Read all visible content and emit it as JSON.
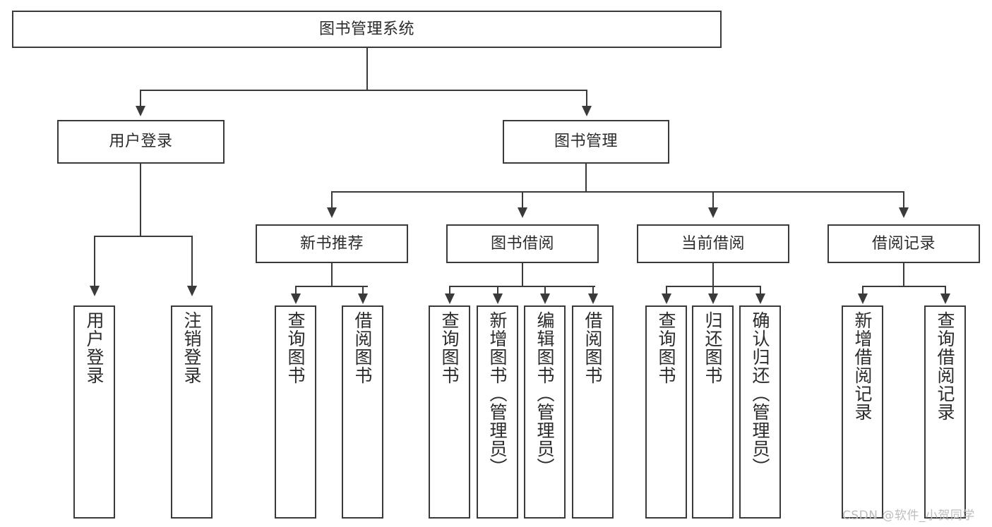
{
  "diagram": {
    "title": "图书管理系统",
    "type": "tree-hierarchy-diagram",
    "colors": {
      "stroke": "#3a3a3a",
      "text": "#2b2b2b",
      "background": "#ffffff",
      "watermark": "#bdbdbd"
    },
    "root": {
      "id": "root",
      "label": "图书管理系统"
    },
    "level2": [
      {
        "id": "user-login",
        "label": "用户登录"
      },
      {
        "id": "book-management",
        "label": "图书管理"
      }
    ],
    "level3": [
      {
        "id": "new-book-recommend",
        "label": "新书推荐"
      },
      {
        "id": "book-borrow",
        "label": "图书借阅"
      },
      {
        "id": "current-borrow",
        "label": "当前借阅"
      },
      {
        "id": "borrow-record",
        "label": "借阅记录"
      }
    ],
    "leaves": {
      "user_login": [
        {
          "id": "leaf-user-login",
          "label": "用户登录"
        },
        {
          "id": "leaf-logout-login",
          "label": "注销登录"
        }
      ],
      "new_book_recommend": [
        {
          "id": "leaf-query-book-1",
          "label": "查询图书"
        },
        {
          "id": "leaf-borrow-book-1",
          "label": "借阅图书"
        }
      ],
      "book_borrow": [
        {
          "id": "leaf-query-book-2",
          "label": "查询图书"
        },
        {
          "id": "leaf-add-book",
          "label": "新增图书（管理员）"
        },
        {
          "id": "leaf-edit-book",
          "label": "编辑图书（管理员）"
        },
        {
          "id": "leaf-borrow-book-2",
          "label": "借阅图书"
        }
      ],
      "current_borrow": [
        {
          "id": "leaf-query-book-3",
          "label": "查询图书"
        },
        {
          "id": "leaf-return-book",
          "label": "归还图书"
        },
        {
          "id": "leaf-confirm-return",
          "label": "确认归还（管理员）"
        }
      ],
      "borrow_record": [
        {
          "id": "leaf-add-borrow-record",
          "label": "新增借阅记录"
        },
        {
          "id": "leaf-query-borrow-record",
          "label": "查询借阅记录"
        }
      ]
    }
  },
  "watermark": {
    "text": "CSDN @软件_小贺同学"
  }
}
